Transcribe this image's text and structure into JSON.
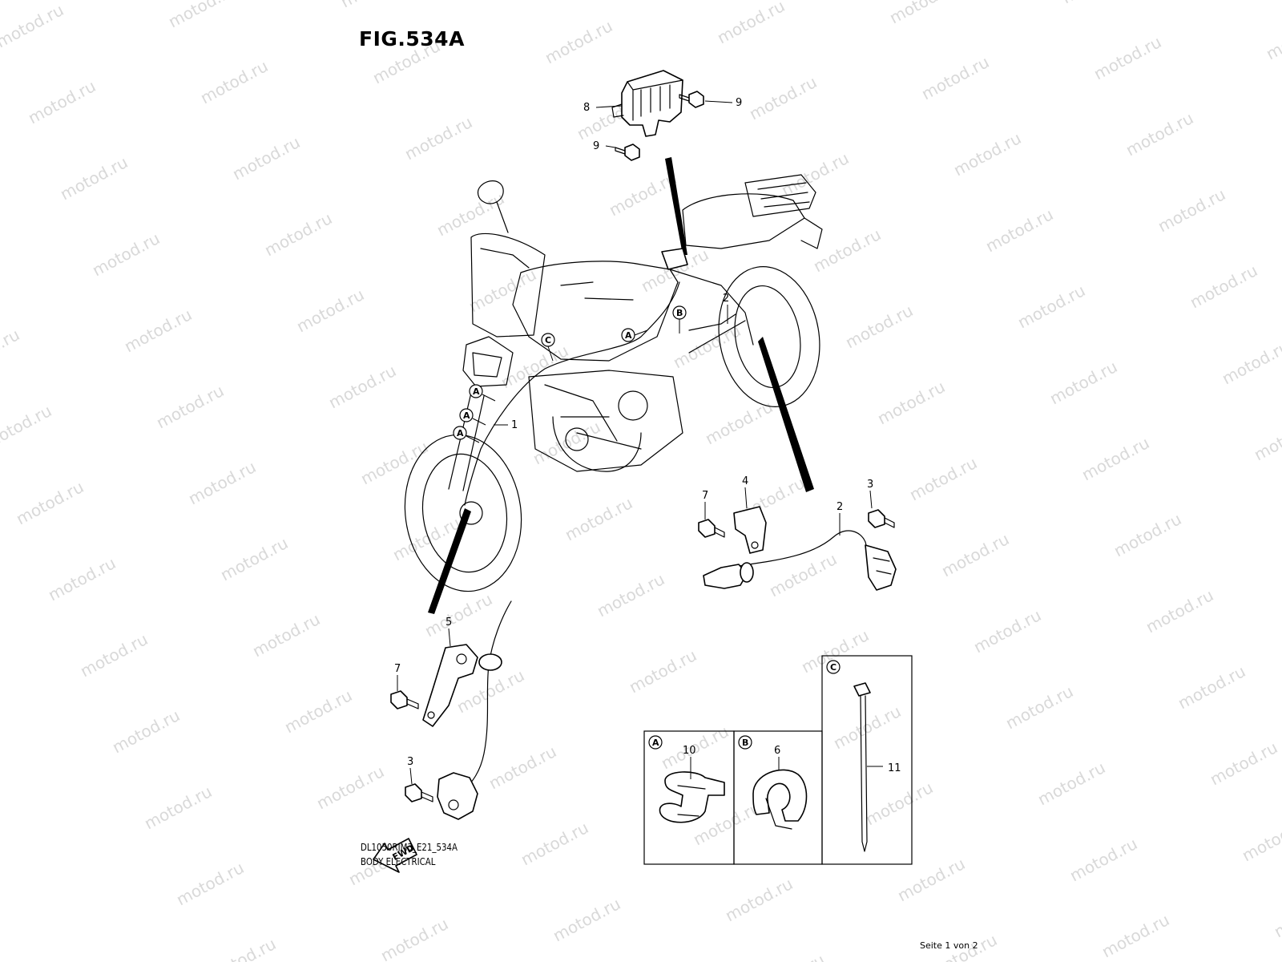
{
  "figure": {
    "title": "FIG.534A",
    "model_code": "DL1050RJM3_E21_534A",
    "section_name": "BODY ELECTRICAL",
    "page_indicator": "Seite 1 von 2",
    "watermark_text": "motod.ru"
  },
  "callouts": {
    "p1": "1",
    "p2_bike": "2",
    "p2_sensor": "2",
    "p3_rear": "3",
    "p3_front": "3",
    "p4": "4",
    "p5": "5",
    "p6": "6",
    "p7_rear": "7",
    "p7_front": "7",
    "p8": "8",
    "p9_top": "9",
    "p9_left": "9",
    "p10": "10",
    "p11": "11"
  },
  "reference_markers": {
    "a": "A",
    "b": "B",
    "c": "C"
  },
  "fwd_arrow_label": "FWD",
  "colors": {
    "line": "#000000",
    "background": "#ffffff",
    "watermark": "#d9d9d9"
  }
}
